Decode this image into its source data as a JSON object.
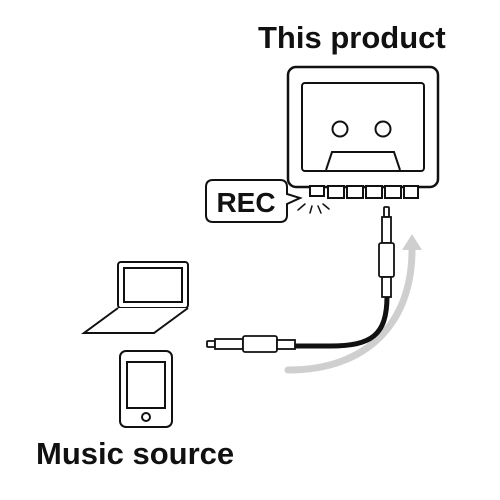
{
  "product": {
    "title": "This product"
  },
  "source": {
    "title": "Music source"
  },
  "rec": {
    "label": "REC"
  }
}
